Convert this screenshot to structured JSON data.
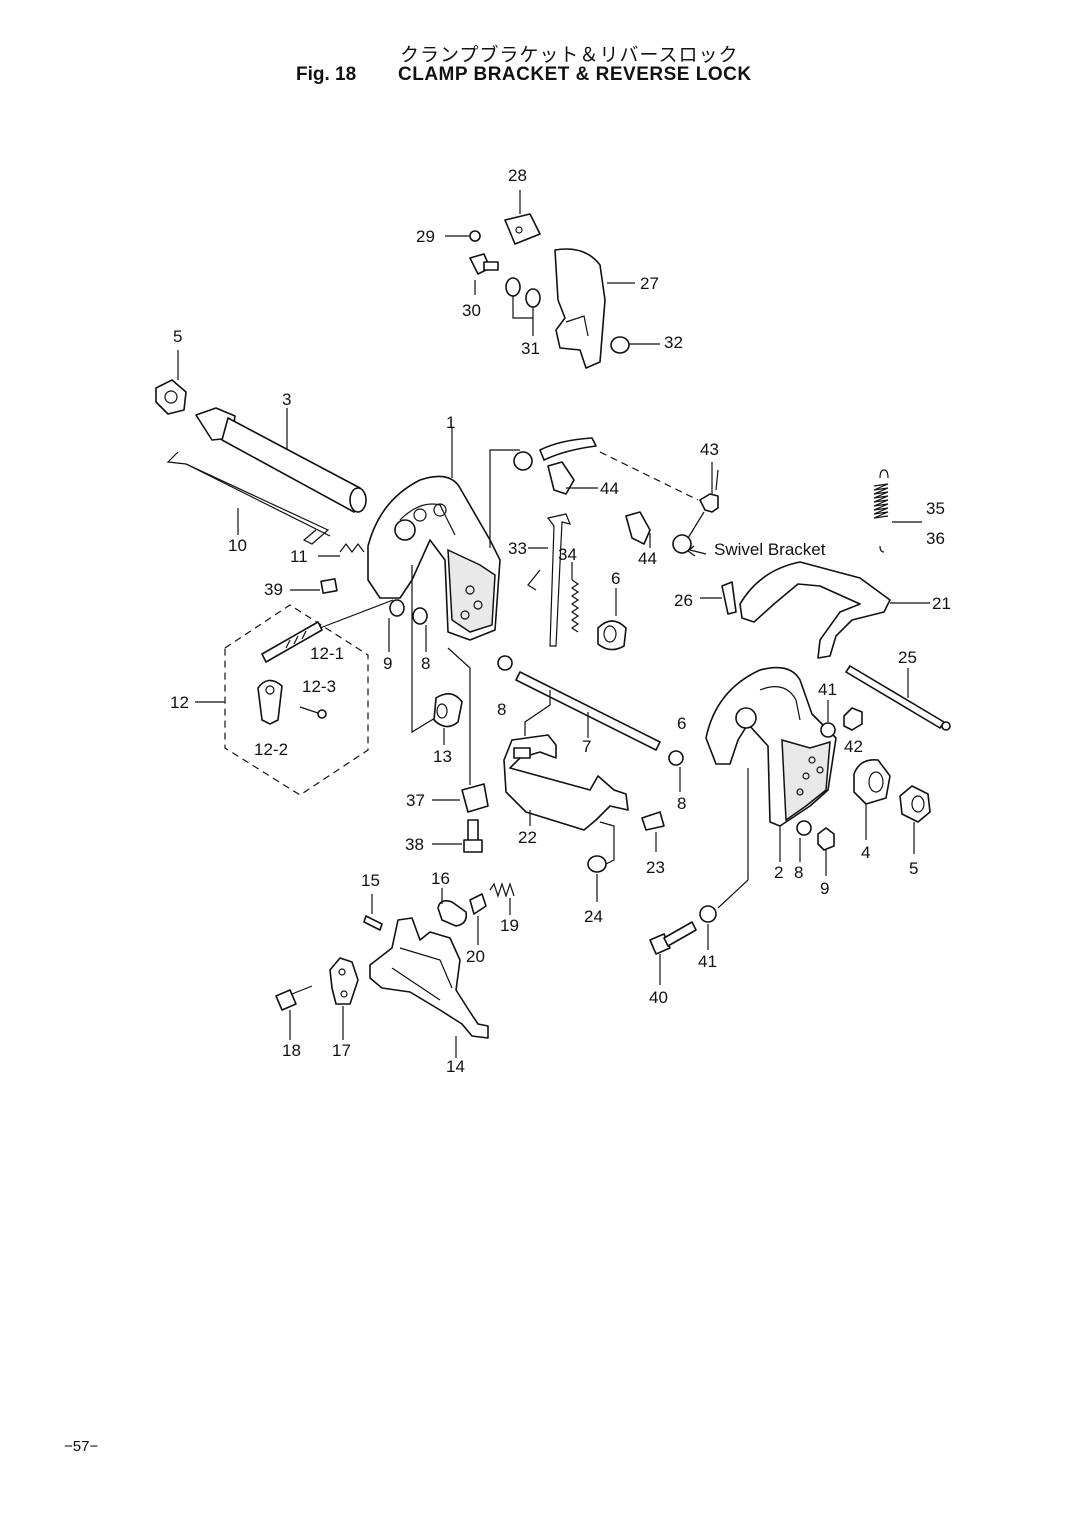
{
  "header": {
    "title_jp": "クランプブラケット＆リバースロック",
    "fig_label": "Fig. 18",
    "title_en": "CLAMP BRACKET & REVERSE LOCK"
  },
  "callouts": {
    "p1": "1",
    "p2": "2",
    "p3": "3",
    "p4": "4",
    "p5a": "5",
    "p5b": "5",
    "p6a": "6",
    "p6b": "6",
    "p7": "7",
    "p8a": "8",
    "p8b": "8",
    "p8c": "8",
    "p8d": "8",
    "p9a": "9",
    "p9b": "9",
    "p10": "10",
    "p11": "11",
    "p12": "12",
    "p12_1": "12-1",
    "p12_2": "12-2",
    "p12_3": "12-3",
    "p13": "13",
    "p14": "14",
    "p15": "15",
    "p16": "16",
    "p17": "17",
    "p18": "18",
    "p19": "19",
    "p20": "20",
    "p21": "21",
    "p22": "22",
    "p23": "23",
    "p24": "24",
    "p25": "25",
    "p26": "26",
    "p27": "27",
    "p28": "28",
    "p29": "29",
    "p30": "30",
    "p31": "31",
    "p32": "32",
    "p33": "33",
    "p34": "34",
    "p35": "35",
    "p36": "36",
    "p37": "37",
    "p38": "38",
    "p39": "39",
    "p40": "40",
    "p41a": "41",
    "p41b": "41",
    "p42": "42",
    "p43": "43",
    "p44a": "44",
    "p44b": "44"
  },
  "note_swivel": "Swivel Bracket",
  "page_number": "−57−"
}
